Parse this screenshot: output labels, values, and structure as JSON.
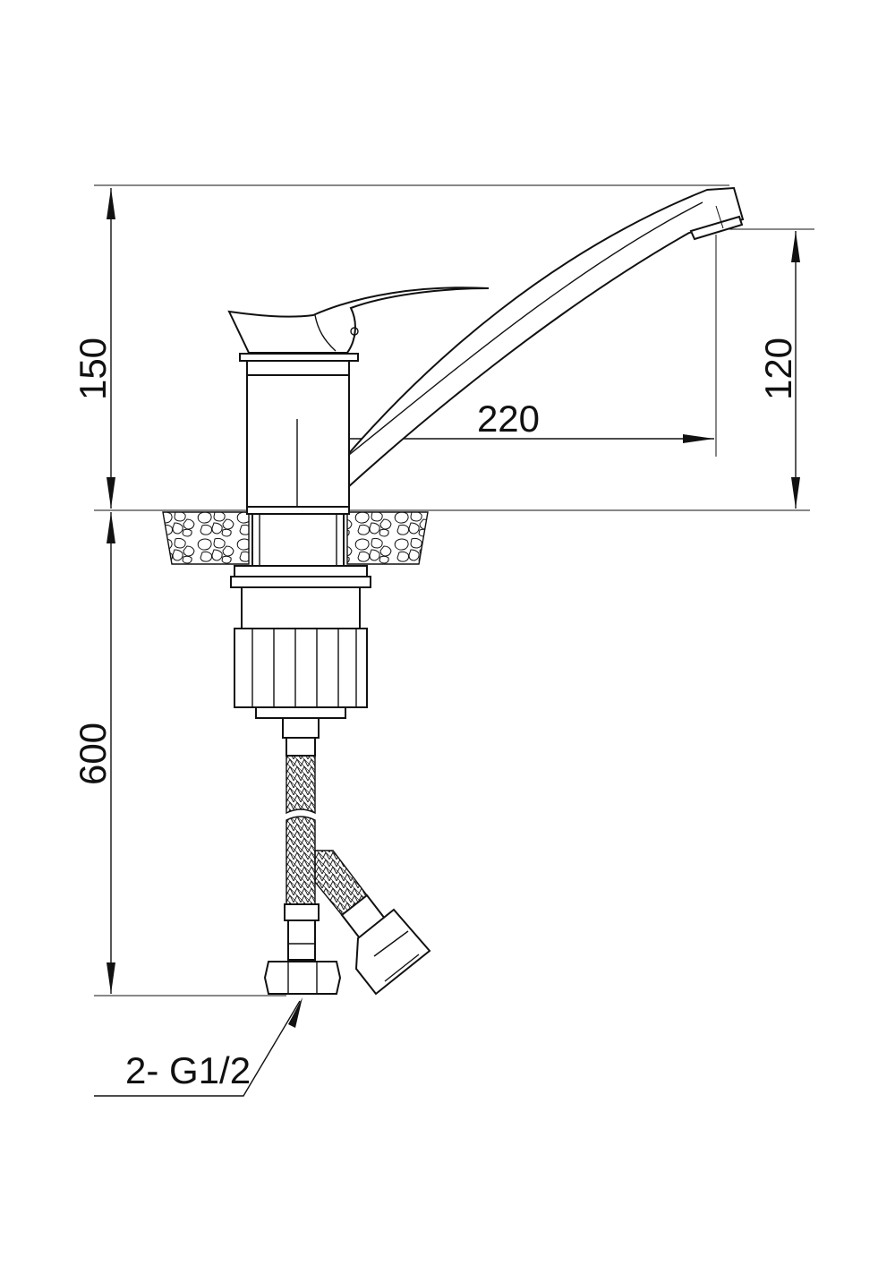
{
  "dimensions": {
    "total_height": "150",
    "outlet_height": "120",
    "spout_reach": "220",
    "hose_length": "600",
    "connection": "2- G1/2"
  },
  "colors": {
    "line": "#111111",
    "background": "#ffffff"
  }
}
